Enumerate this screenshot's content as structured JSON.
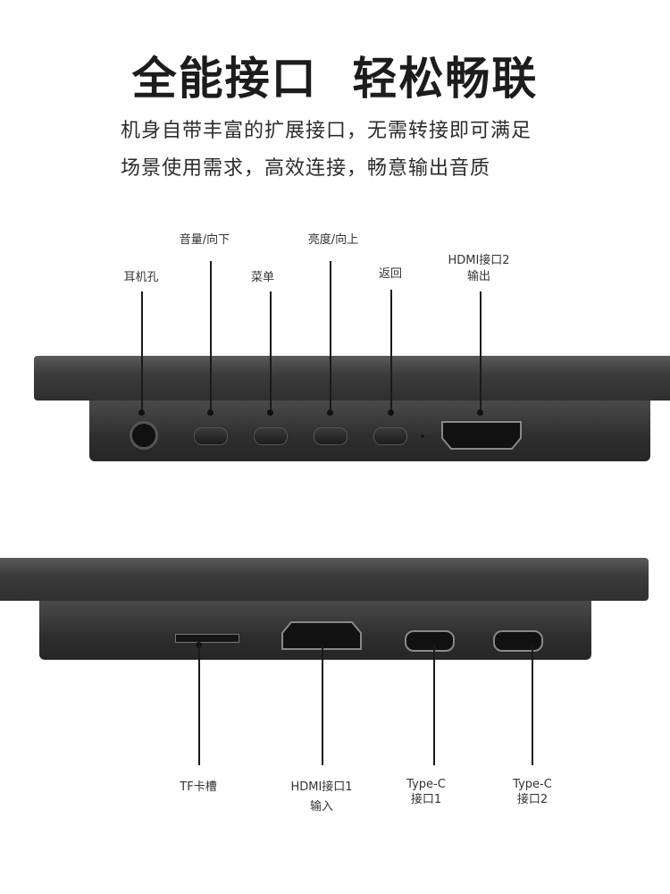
{
  "headline": "全能接口  轻松畅联",
  "description": {
    "line1": "机身自带丰富的扩展接口，无需转接即可满足",
    "line2": "场景使用需求，高效连接，畅意输出音质"
  },
  "top_ports": {
    "earphone": "耳机孔",
    "volume": "音量/向下",
    "menu": "菜单",
    "brightness": "亮度/向上",
    "back": "返回",
    "hdmi2_line1": "HDMI接口2",
    "hdmi2_line2": "输出"
  },
  "bottom_ports": {
    "tf": "TF卡槽",
    "hdmi1_line1": "HDMI接口1",
    "hdmi1_line2": "输入",
    "typec1_line1": "Type-C",
    "typec1_line2": "接口1",
    "typec2_line1": "Type-C",
    "typec2_line2": "接口2"
  },
  "colors": {
    "device": "#2f2f2f",
    "text": "#222222"
  }
}
